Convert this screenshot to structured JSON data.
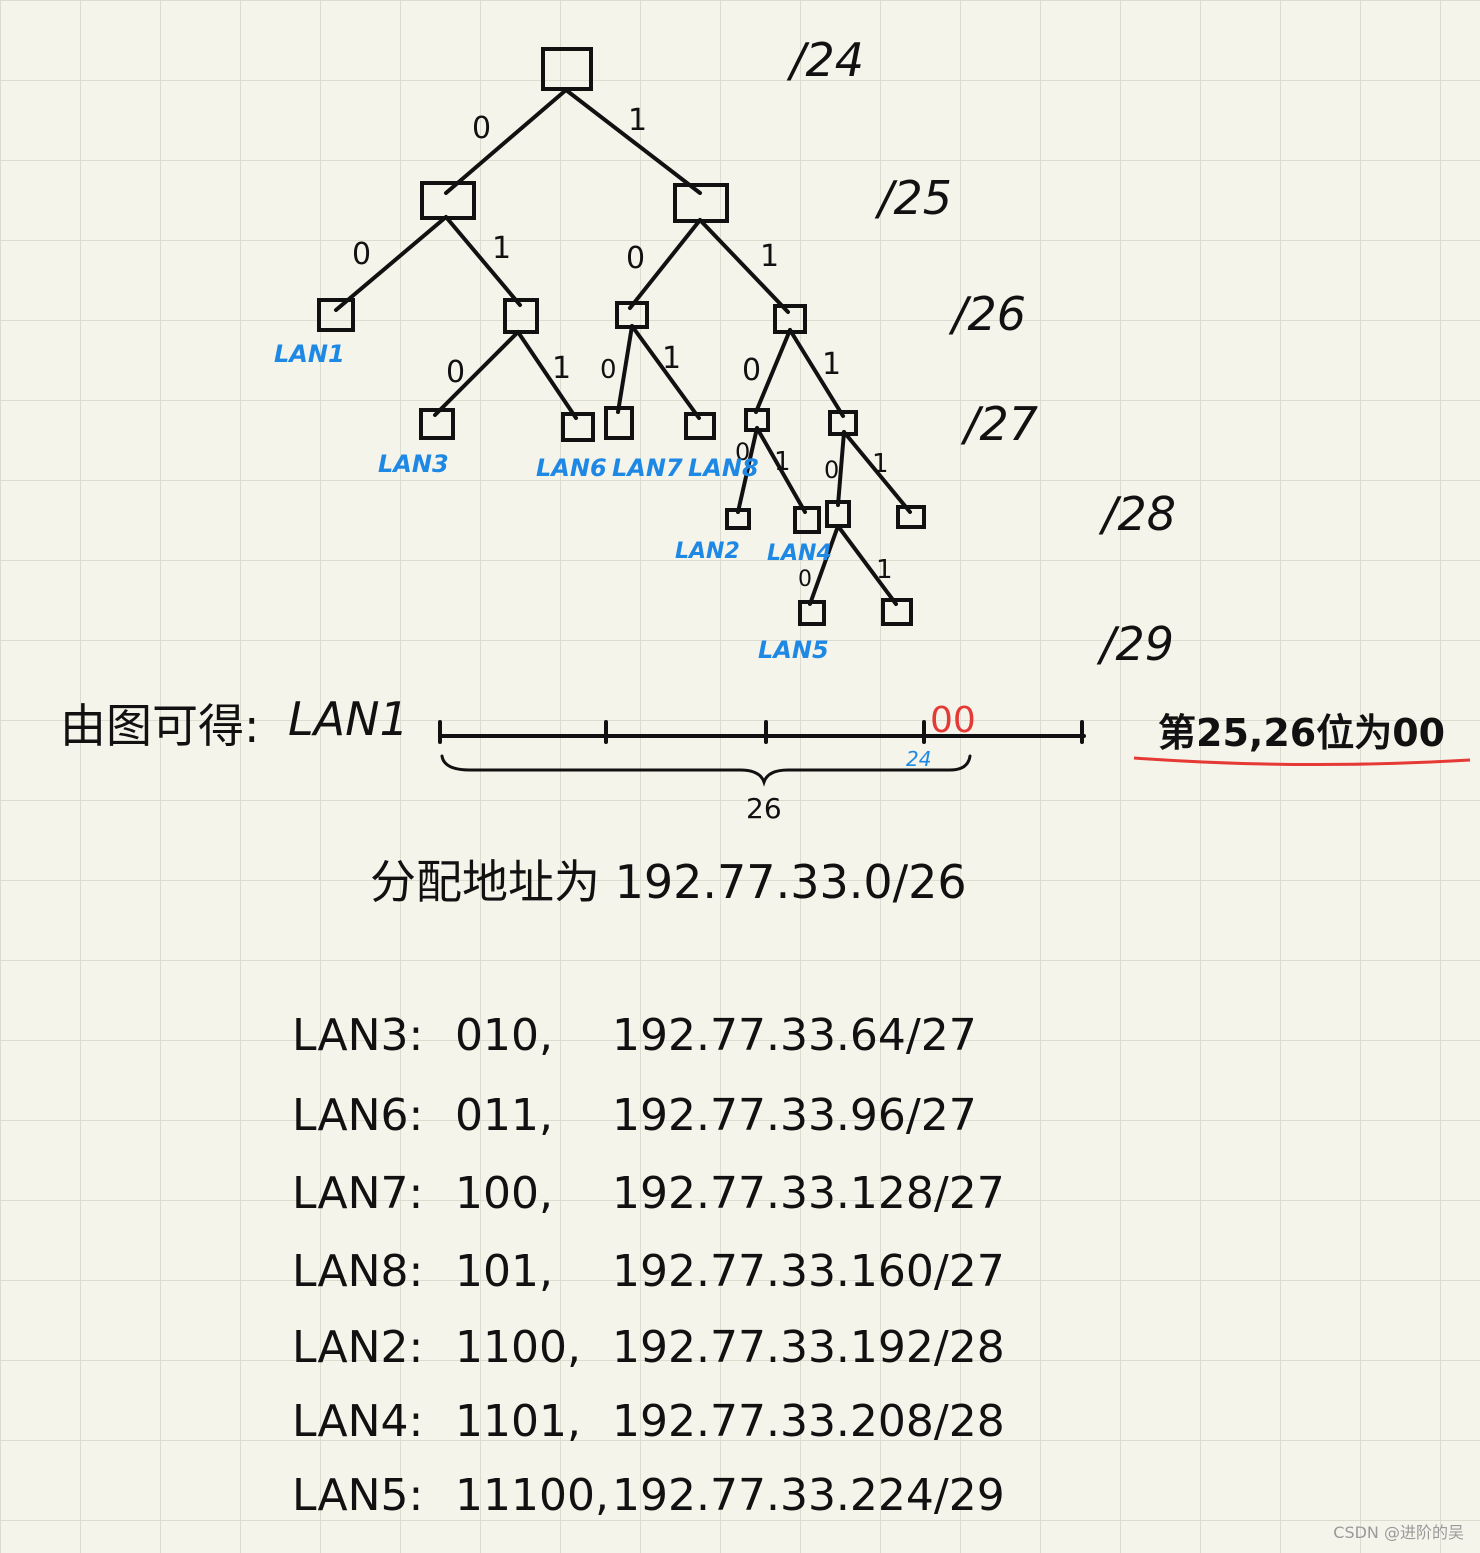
{
  "tree": {
    "levels": [
      "/24",
      "/25",
      "/26",
      "/27",
      "/28",
      "/29"
    ],
    "lan_labels": {
      "lan1": "LAN1",
      "lan3": "LAN3",
      "lan6": "LAN6",
      "lan7": "LAN7",
      "lan8": "LAN8",
      "lan2": "LAN2",
      "lan4": "LAN4",
      "lan5": "LAN5"
    },
    "bit0": "0",
    "bit1": "1"
  },
  "derivation": {
    "intro": "由图可得:",
    "lan": "LAN1",
    "bits": "00",
    "mark": "24",
    "span": "26",
    "note": "第25,26位为00",
    "result": "分配地址为 192.77.33.0/26"
  },
  "allocations": [
    {
      "lan": "LAN3:",
      "bits": "010,",
      "addr": "192.77.33.64/27"
    },
    {
      "lan": "LAN6:",
      "bits": "011,",
      "addr": "192.77.33.96/27"
    },
    {
      "lan": "LAN7:",
      "bits": "100,",
      "addr": "192.77.33.128/27"
    },
    {
      "lan": "LAN8:",
      "bits": "101,",
      "addr": "192.77.33.160/27"
    },
    {
      "lan": "LAN2:",
      "bits": "1100,",
      "addr": "192.77.33.192/28"
    },
    {
      "lan": "LAN4:",
      "bits": "1101,",
      "addr": "192.77.33.208/28"
    },
    {
      "lan": "LAN5:",
      "bits": "11100,",
      "addr": "192.77.33.224/29"
    }
  ],
  "watermark": "CSDN @进阶的吴",
  "colors": {
    "ink": "#111111",
    "blue": "#1e88e5",
    "red": "#e53935"
  }
}
